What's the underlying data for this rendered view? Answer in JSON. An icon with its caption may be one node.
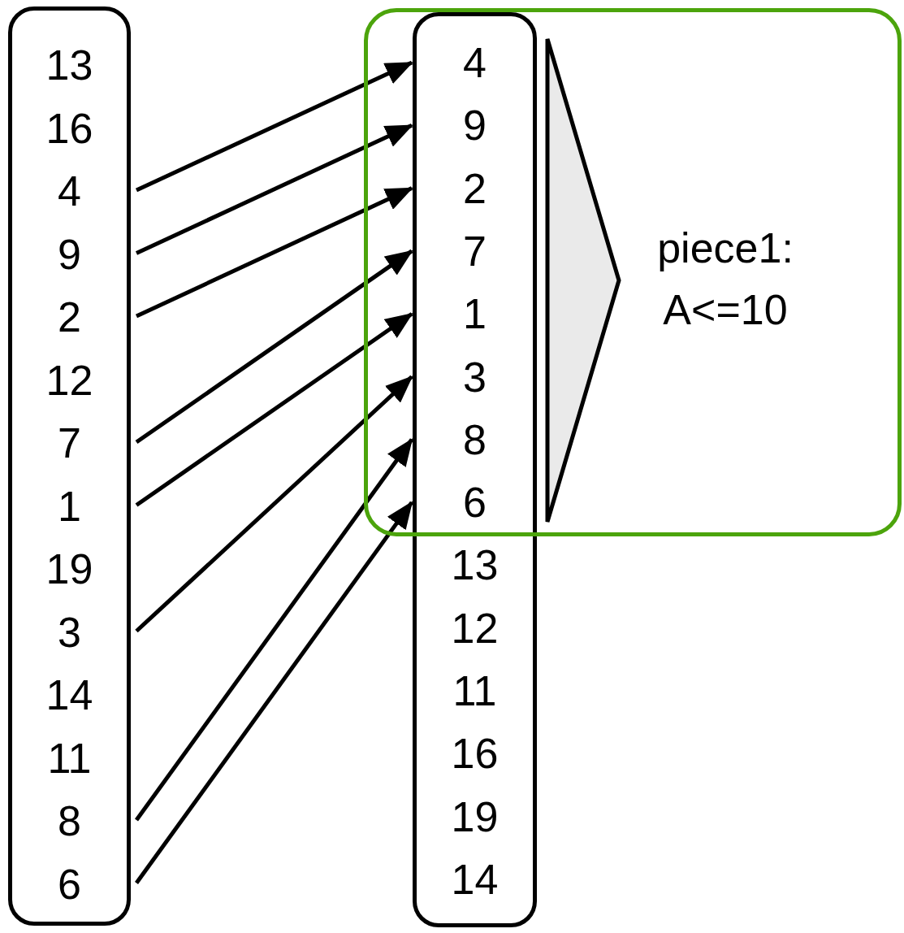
{
  "diagram": {
    "nodes": [
      {
        "text": [],
        "shape": "box"
      },
      {
        "text": [
          "13"
        ],
        "in": 0
      },
      {
        "text": [
          "16"
        ],
        "in": 0
      },
      {
        "text": [
          "4"
        ],
        "in": 0
      },
      {
        "text": [
          "9"
        ],
        "in": 0
      },
      {
        "text": [
          "2"
        ],
        "in": 0
      },
      {
        "text": [
          "12"
        ],
        "in": 0
      },
      {
        "text": [
          "7"
        ],
        "in": 0
      },
      {
        "text": [
          "1"
        ],
        "in": 0
      },
      {
        "text": [
          "19"
        ],
        "in": 0
      },
      {
        "text": [
          "3"
        ],
        "in": 0
      },
      {
        "text": [
          "14"
        ],
        "in": 0
      },
      {
        "text": [
          "11"
        ],
        "in": 0
      },
      {
        "text": [
          "8"
        ],
        "in": 0
      },
      {
        "text": [
          "6"
        ],
        "in": 0
      },
      {
        "text": [],
        "shape": "box"
      },
      {
        "text": [
          "4"
        ]
      },
      {
        "text": [
          "9"
        ]
      },
      {
        "text": [
          "2"
        ]
      },
      {
        "text": [
          "7"
        ]
      },
      {
        "text": [
          "1"
        ]
      },
      {
        "text": [
          "3"
        ]
      },
      {
        "text": [
          "8"
        ]
      },
      {
        "text": [
          "6"
        ]
      },
      {
        "text": [
          "13"
        ],
        "in": 15
      },
      {
        "text": [
          "12"
        ],
        "in": 15
      },
      {
        "text": [
          "11"
        ],
        "in": 15
      },
      {
        "text": [
          "16"
        ],
        "in": 15
      },
      {
        "text": [
          "19"
        ],
        "in": 15
      },
      {
        "text": [
          "14"
        ],
        "in": 15
      },
      {
        "text": [
          "piece1: A<=10"
        ]
      },
      {
        "text": [],
        "shape": "triangle",
        "in": 30
      }
    ],
    "edges": [
      {
        "from": 3,
        "to": 16,
        "arrow": "to"
      },
      {
        "from": 4,
        "to": 17,
        "arrow": "to"
      },
      {
        "from": 5,
        "to": 18,
        "arrow": "to"
      },
      {
        "from": 7,
        "to": 19,
        "arrow": "to"
      },
      {
        "from": 8,
        "to": 20,
        "arrow": "to"
      },
      {
        "from": 10,
        "to": 21,
        "arrow": "to"
      },
      {
        "from": 13,
        "to": 22,
        "arrow": "to"
      },
      {
        "from": 14,
        "to": 23,
        "arrow": "to"
      }
    ]
  }
}
